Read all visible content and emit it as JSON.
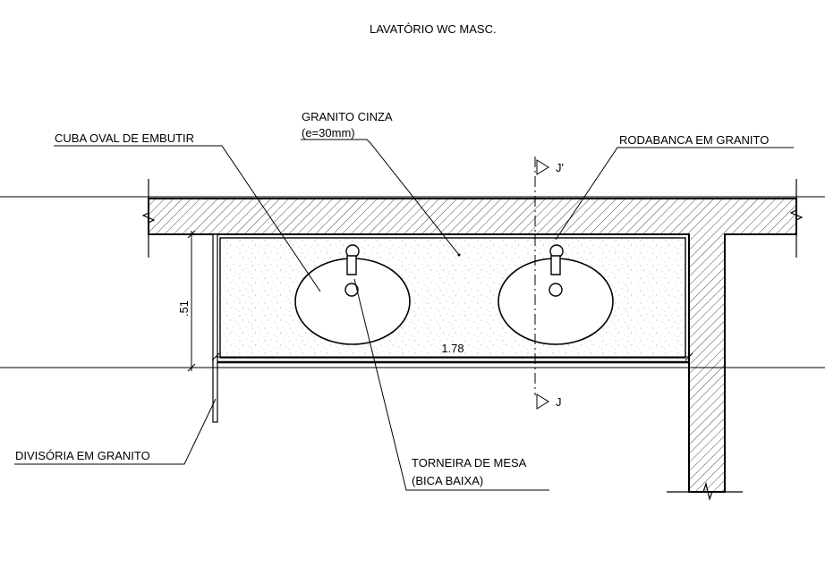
{
  "drawing": {
    "title": "LAVATÓRIO WC MASC.",
    "labels": {
      "granite_color": "GRANITO CINZA",
      "granite_thickness": "(e=30mm)",
      "basin": "CUBA OVAL DE EMBUTIR",
      "backsplash": "RODABANCA EM GRANITO",
      "partition": "DIVISÓRIA EM GRANITO",
      "faucet": "TORNEIRA DE MESA",
      "faucet_detail": "(BICA BAIXA)"
    },
    "section_marks": {
      "upper": "J'",
      "lower": "J"
    },
    "dimensions": {
      "depth": ".51",
      "width": "1.78"
    }
  }
}
